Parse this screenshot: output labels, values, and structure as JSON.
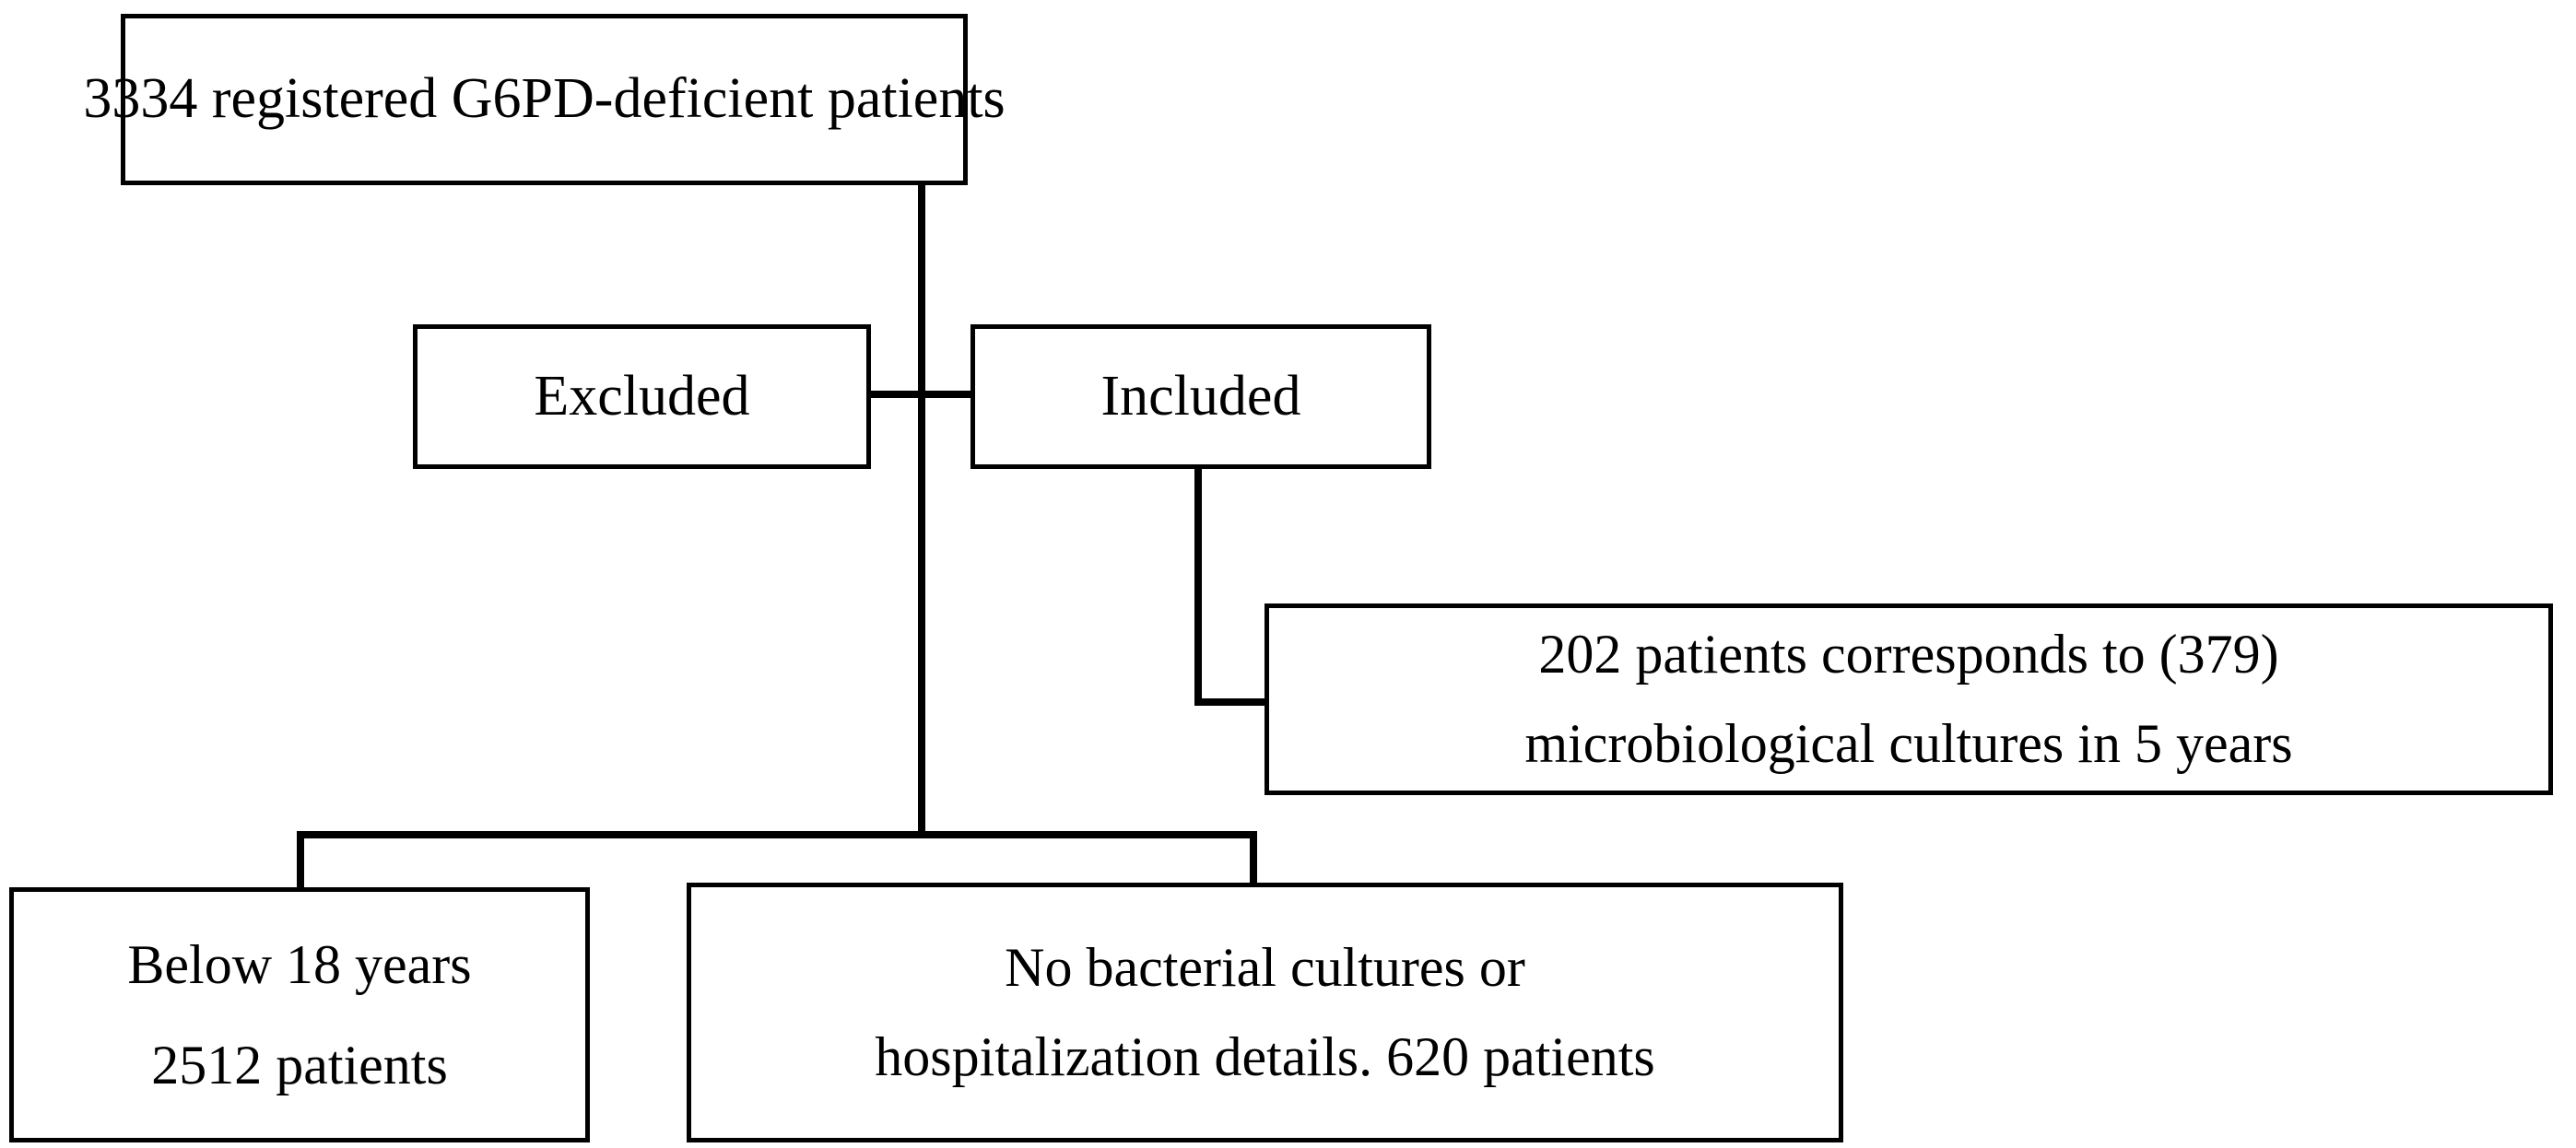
{
  "diagram": {
    "title": "G6PD-deficient patient selection flowchart",
    "type": "flowchart",
    "stroke_color": "#000000",
    "fill_color": "#ffffff",
    "nodes": {
      "root": {
        "id": "root",
        "lines": [
          "3334 registered G6PD-deficient patients"
        ],
        "count": 3334
      },
      "excluded": {
        "id": "excluded",
        "lines": [
          "Excluded"
        ]
      },
      "included": {
        "id": "included",
        "lines": [
          "Included"
        ]
      },
      "cultures": {
        "id": "cultures",
        "lines": [
          "202 patients corresponds to (379)",
          "microbiological cultures in 5 years"
        ],
        "patients": 202,
        "cultures": 379,
        "years": 5
      },
      "below18": {
        "id": "below18",
        "lines": [
          "Below 18 years",
          "2512 patients"
        ],
        "count": 2512
      },
      "no_cultures": {
        "id": "no_cultures",
        "lines": [
          "No bacterial cultures or",
          "hospitalization details. 620 patients"
        ],
        "count": 620
      }
    },
    "edges": [
      {
        "from": "root",
        "to": "split",
        "kind": "vertical-trunk"
      },
      {
        "from": "trunk",
        "to": "excluded",
        "kind": "horizontal"
      },
      {
        "from": "trunk",
        "to": "included",
        "kind": "horizontal"
      },
      {
        "from": "included",
        "to": "cultures",
        "kind": "elbow"
      },
      {
        "from": "split",
        "to": "below18",
        "kind": "drop"
      },
      {
        "from": "split",
        "to": "no_cultures",
        "kind": "drop"
      }
    ]
  }
}
